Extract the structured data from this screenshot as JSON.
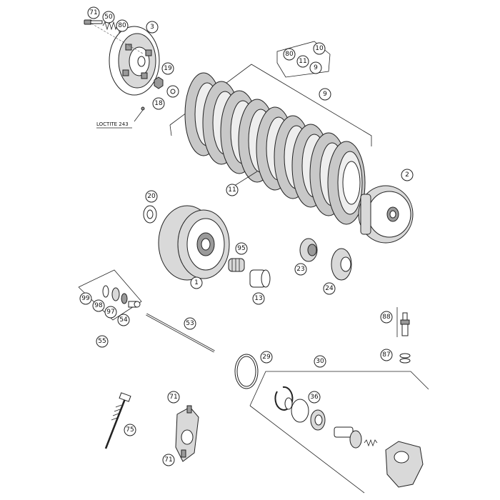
{
  "callouts": {
    "c71a": "71",
    "c50": "50",
    "c80a": "80",
    "c3": "3",
    "c10": "10",
    "c80b": "80",
    "c11a": "11",
    "c9a": "9",
    "c19": "19",
    "c18": "18",
    "c9b": "9",
    "c11b": "11",
    "c2": "2",
    "c20": "20",
    "c1": "1",
    "c95": "95",
    "c23": "23",
    "c24": "24",
    "c13": "13",
    "c99": "99",
    "c98": "98",
    "c97": "97",
    "c54": "54",
    "c55": "55",
    "c53": "53",
    "c88": "88",
    "c87": "87",
    "c29": "29",
    "c30": "30",
    "c36": "36",
    "c71b": "71",
    "c75": "75",
    "c71c": "71"
  },
  "note": {
    "loctite": "LOCTITE 243"
  }
}
